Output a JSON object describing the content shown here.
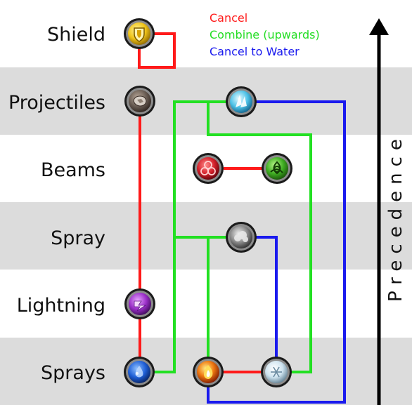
{
  "rows": [
    {
      "label": "Shield"
    },
    {
      "label": "Projectiles"
    },
    {
      "label": "Beams"
    },
    {
      "label": "Spray"
    },
    {
      "label": "Lightning"
    },
    {
      "label": "Sprays"
    }
  ],
  "legend": {
    "cancel": "Cancel",
    "combine": "Combine (upwards)",
    "cancel_to_water": "Cancel to Water"
  },
  "axis_label": "Precedence",
  "colors": {
    "cancel": "#ff1a1a",
    "combine": "#22e022",
    "cancel_to_water": "#1a1aee",
    "band_grey": "#dcdcdc",
    "axis": "#000000"
  },
  "nodes": [
    {
      "name": "shield",
      "icon": "shield-icon",
      "color": "#f0c419"
    },
    {
      "name": "earth",
      "icon": "rock-icon",
      "color": "#6b5e55"
    },
    {
      "name": "ice",
      "icon": "ice-shard-icon",
      "color": "#4fc3e8"
    },
    {
      "name": "arcane",
      "icon": "arcane-triple-circle-icon",
      "color": "#d4202a"
    },
    {
      "name": "life",
      "icon": "life-triquetra-icon",
      "color": "#3fae22"
    },
    {
      "name": "steam",
      "icon": "steam-cloud-icon",
      "color": "#8a8a8a"
    },
    {
      "name": "lightning",
      "icon": "lightning-bolt-icon",
      "color": "#9b2fc8"
    },
    {
      "name": "water",
      "icon": "water-drop-icon",
      "color": "#1f5fd6"
    },
    {
      "name": "fire",
      "icon": "fire-icon",
      "color": "#f07a12"
    },
    {
      "name": "cold",
      "icon": "snowflake-icon",
      "color": "#cfe4f0"
    }
  ]
}
